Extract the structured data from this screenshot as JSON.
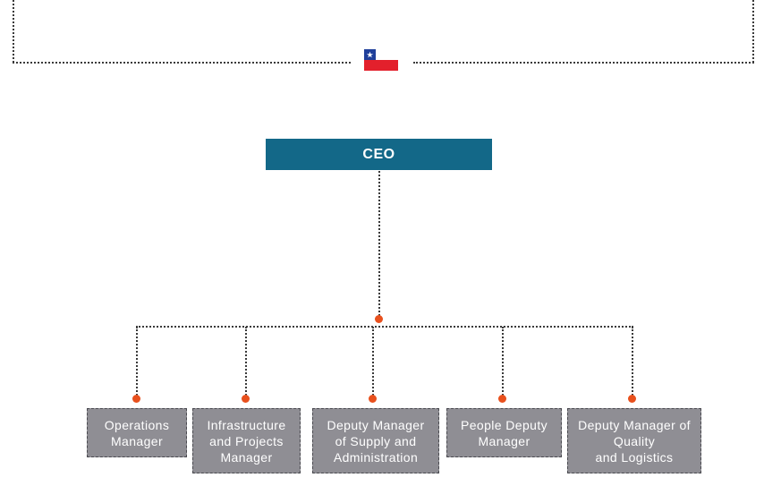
{
  "flag": {
    "icon": "chile-flag-icon",
    "colors": {
      "blue": "#1f3f9a",
      "white": "#ffffff",
      "red": "#e3202c"
    }
  },
  "ceo": {
    "label": "CEO",
    "color": "#136888"
  },
  "connector_dot_color": "#e8501d",
  "managers": [
    {
      "label": "Operations\nManager"
    },
    {
      "label": "Infrastructure\nand Projects\nManager"
    },
    {
      "label": "Deputy Manager\nof Supply and\nAdministration"
    },
    {
      "label": "People  Deputy\nManager"
    },
    {
      "label": "Deputy Manager of\nQuality\nand Logistics"
    }
  ]
}
